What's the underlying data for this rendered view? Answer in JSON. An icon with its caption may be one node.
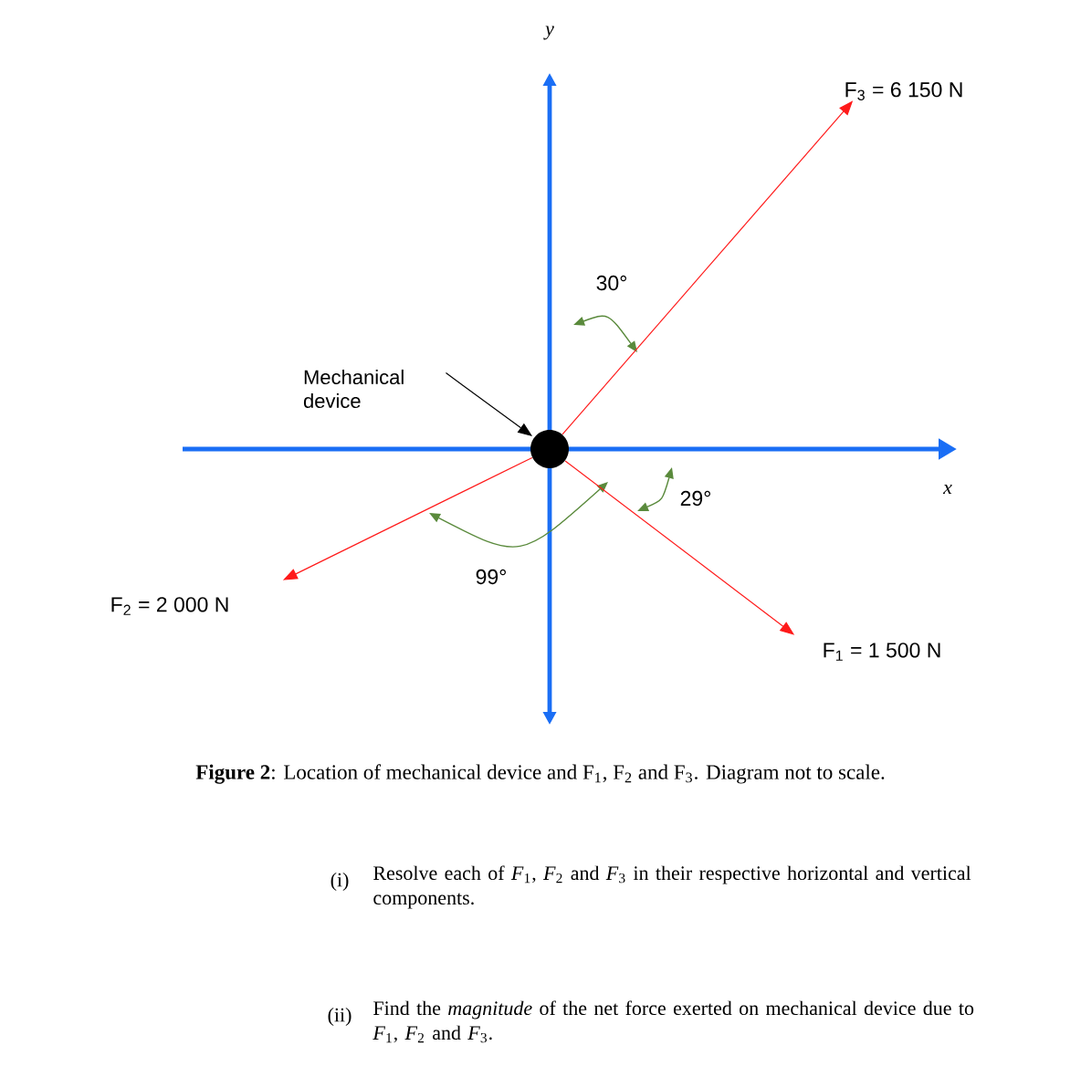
{
  "diagram": {
    "caption": "**Figure 2**: Location of mechanical device and F$_{1}$, F$_{2}$ and F$_{3}$. Diagram not to scale.",
    "nodes": [
      {
        "text": [],
        "shape": "circle"
      },
      {
        "text": [
          "Mechanical device"
        ]
      },
      {
        "text": [
          "F$_{3}$ = 6 150 N"
        ]
      },
      {
        "text": [
          "F$_{2}$ = 2 000 N"
        ]
      },
      {
        "text": [
          "F$_{1}$ = 1 500 N"
        ]
      }
    ],
    "edges": [
      {
        "from": 1,
        "to": 0,
        "arrow": "to",
        "color": "#000000"
      },
      {
        "from": 0,
        "to": 2,
        "arrow": "to"
      },
      {
        "from": 0,
        "to": 3,
        "arrow": "to"
      },
      {
        "from": 0,
        "to": 4,
        "arrow": "to"
      }
    ],
    "labels": [
      "y",
      "30°",
      "x",
      "29°",
      "99°",
      "(i)",
      "Resolve each of *F*$_{1}$, *F*$_{2}$ and *F*$_{3}$ in their respective horizontal and vertical components.",
      "(ii)",
      "Find the *magnitude* of the net force exerted on mechanical device due to *F*$_{1}$, *F*$_{2}$ and *F*$_{3}$."
    ]
  }
}
